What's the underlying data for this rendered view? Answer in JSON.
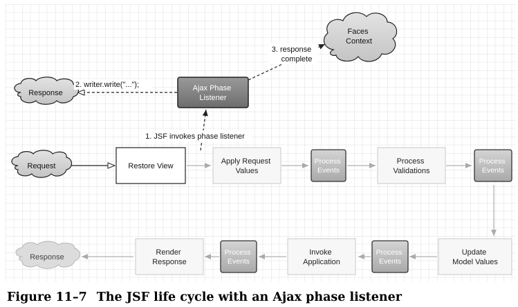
{
  "diagram": {
    "nodes": {
      "faces_context": [
        "Faces",
        "Context"
      ],
      "response_top": [
        "Response"
      ],
      "ajax_listener": [
        "Ajax Phase",
        "Listener"
      ],
      "request": [
        "Request"
      ],
      "restore_view": [
        "Restore View"
      ],
      "apply_request_values": [
        "Apply Request",
        "Values"
      ],
      "process_events_1": [
        "Process",
        "Events"
      ],
      "process_validations": [
        "Process",
        "Validations"
      ],
      "process_events_2": [
        "Process",
        "Events"
      ],
      "update_model_values": [
        "Update",
        "Model Values"
      ],
      "process_events_3": [
        "Process",
        "Events"
      ],
      "invoke_application": [
        "Invoke",
        "Application"
      ],
      "process_events_4": [
        "Process",
        "Events"
      ],
      "render_response": [
        "Render",
        "Response"
      ],
      "response_bottom": [
        "Response"
      ]
    },
    "edge_labels": {
      "invoke_listener": [
        "1. JSF invokes phase listener"
      ],
      "writer_write": [
        "2. writer.write(\"...\");"
      ],
      "response_complete": [
        "3. response",
        "complete"
      ]
    }
  },
  "caption": {
    "figure": "Figure 11–7",
    "text": "The JSF life cycle with an Ajax phase listener"
  }
}
